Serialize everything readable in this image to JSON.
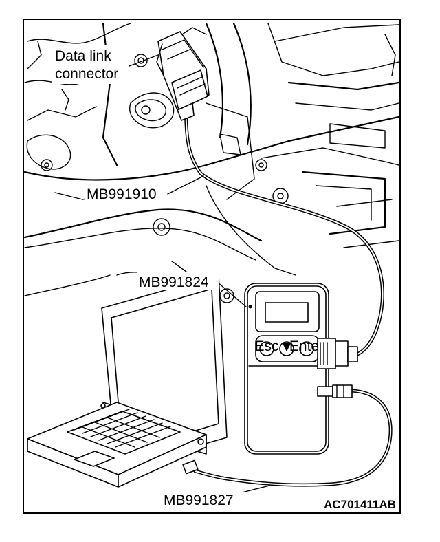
{
  "labels": {
    "data_link_line1": "Data link",
    "data_link_line2": "connector",
    "cable_obd": "MB991910",
    "vci_unit": "MB991824",
    "usb_cable": "MB991827",
    "figure_code": "AC701411AB"
  },
  "vci_buttons": {
    "left": "Esc",
    "middle": "▼",
    "right": "Enter"
  },
  "colors": {
    "ink": "#000000",
    "paper": "#ffffff"
  }
}
